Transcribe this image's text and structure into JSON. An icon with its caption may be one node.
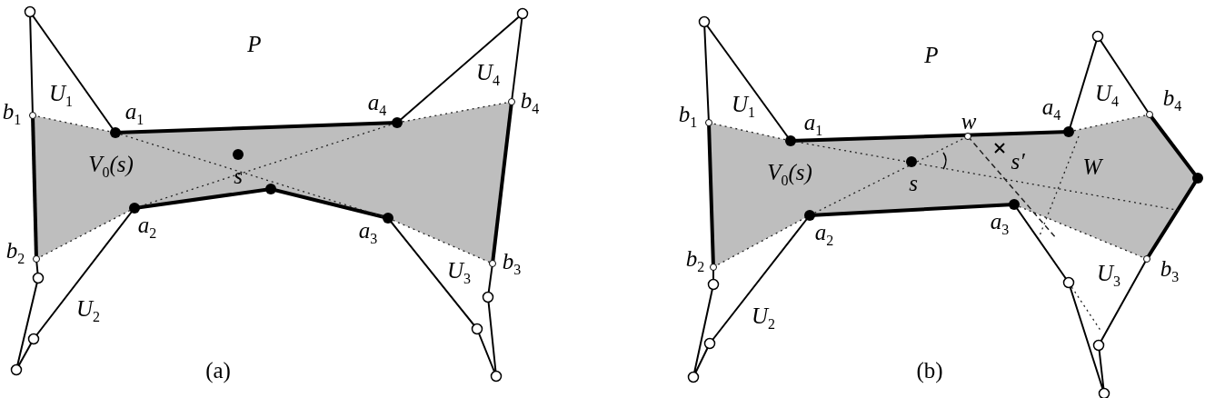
{
  "diagram": {
    "labels": [
      "P",
      "U$_{1}$",
      "U$_{4}$",
      "b$_{1}$",
      "a$_{1}$",
      "a$_{4}$",
      "b$_{4}$",
      "V$_{0}$(s)",
      "s",
      "a$_{2}$",
      "a$_{3}$",
      "b$_{2}$",
      "b$_{3}$",
      "U$_{3}$",
      "U$_{2}$",
      "(a)",
      "P",
      "U$_{1}$",
      "U$_{4}$",
      "b$_{4}$",
      "b$_{1}$",
      "a$_{1}$",
      "w",
      "a$_{4}$",
      "s′",
      "V$_{0}$(s)",
      "s",
      "W",
      "a$_{3}$",
      "a$_{2}$",
      "b$_{2}$",
      "U$_{3}$",
      "b$_{3}$",
      "U$_{2}$",
      "(b)"
    ]
  }
}
